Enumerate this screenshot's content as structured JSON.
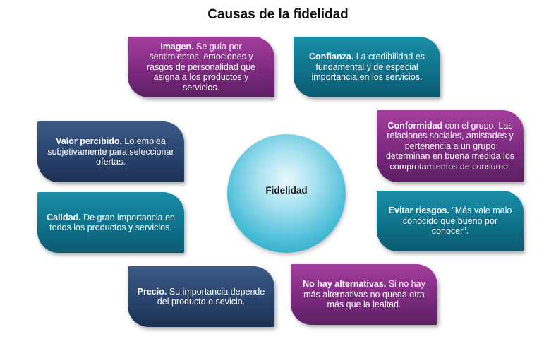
{
  "title": "Causas de la fidelidad",
  "center": "Fidelidad",
  "boxes": {
    "imagen": {
      "bold": "Imagen.",
      "text": " Se guía por sentimientos, emociones y rasgos de personalidad que asigna a los productos y servicios."
    },
    "confianza": {
      "bold": "Confianza.",
      "text": " La credibilidad es fundamental y de especial importancia en los servicios."
    },
    "valor": {
      "bold": "Valor percibido.",
      "text": " Lo emplea subjetivamente para seleccionar ofertas."
    },
    "conformidad": {
      "bold": "Conformidad",
      "text": " con el grupo. Las relaciones sociales, amistades y pertenencia a un grupo determinan en buena medida los comprotamientos de consumo."
    },
    "calidad": {
      "bold": "Calidad.",
      "text": " De gran importancia en todos los productos y servicios."
    },
    "riesgos": {
      "bold": "Evitar riesgos.",
      "text": " \"Más vale malo conocido que bueno por conocer\"."
    },
    "precio": {
      "bold": "Precio.",
      "text": " Su importancia depende del producto o sevicio."
    },
    "alternativas": {
      "bold": "No hay alternativas.",
      "text": " Si no hay más alternativas no queda otra más que la lealtad."
    }
  },
  "colors": {
    "purple": "#7c2a7f",
    "teal": "#0f6f88",
    "navy": "#27426b",
    "circle": "#4fbfd9"
  }
}
